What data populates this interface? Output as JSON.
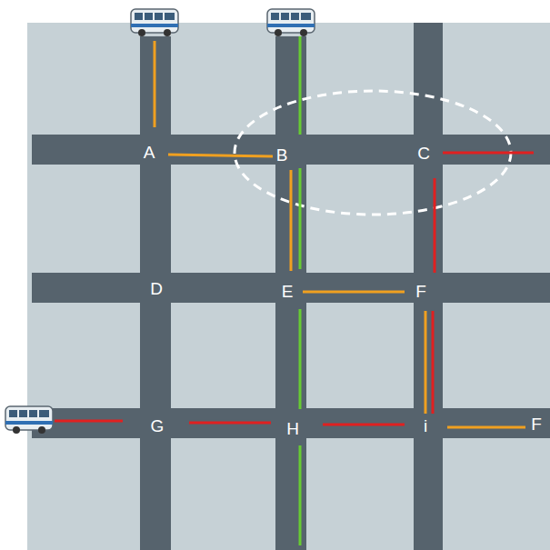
{
  "diagram": {
    "labels": [
      "A",
      "B",
      "C",
      "D",
      "E",
      "F",
      "F",
      "G",
      "H",
      "i"
    ]
  }
}
